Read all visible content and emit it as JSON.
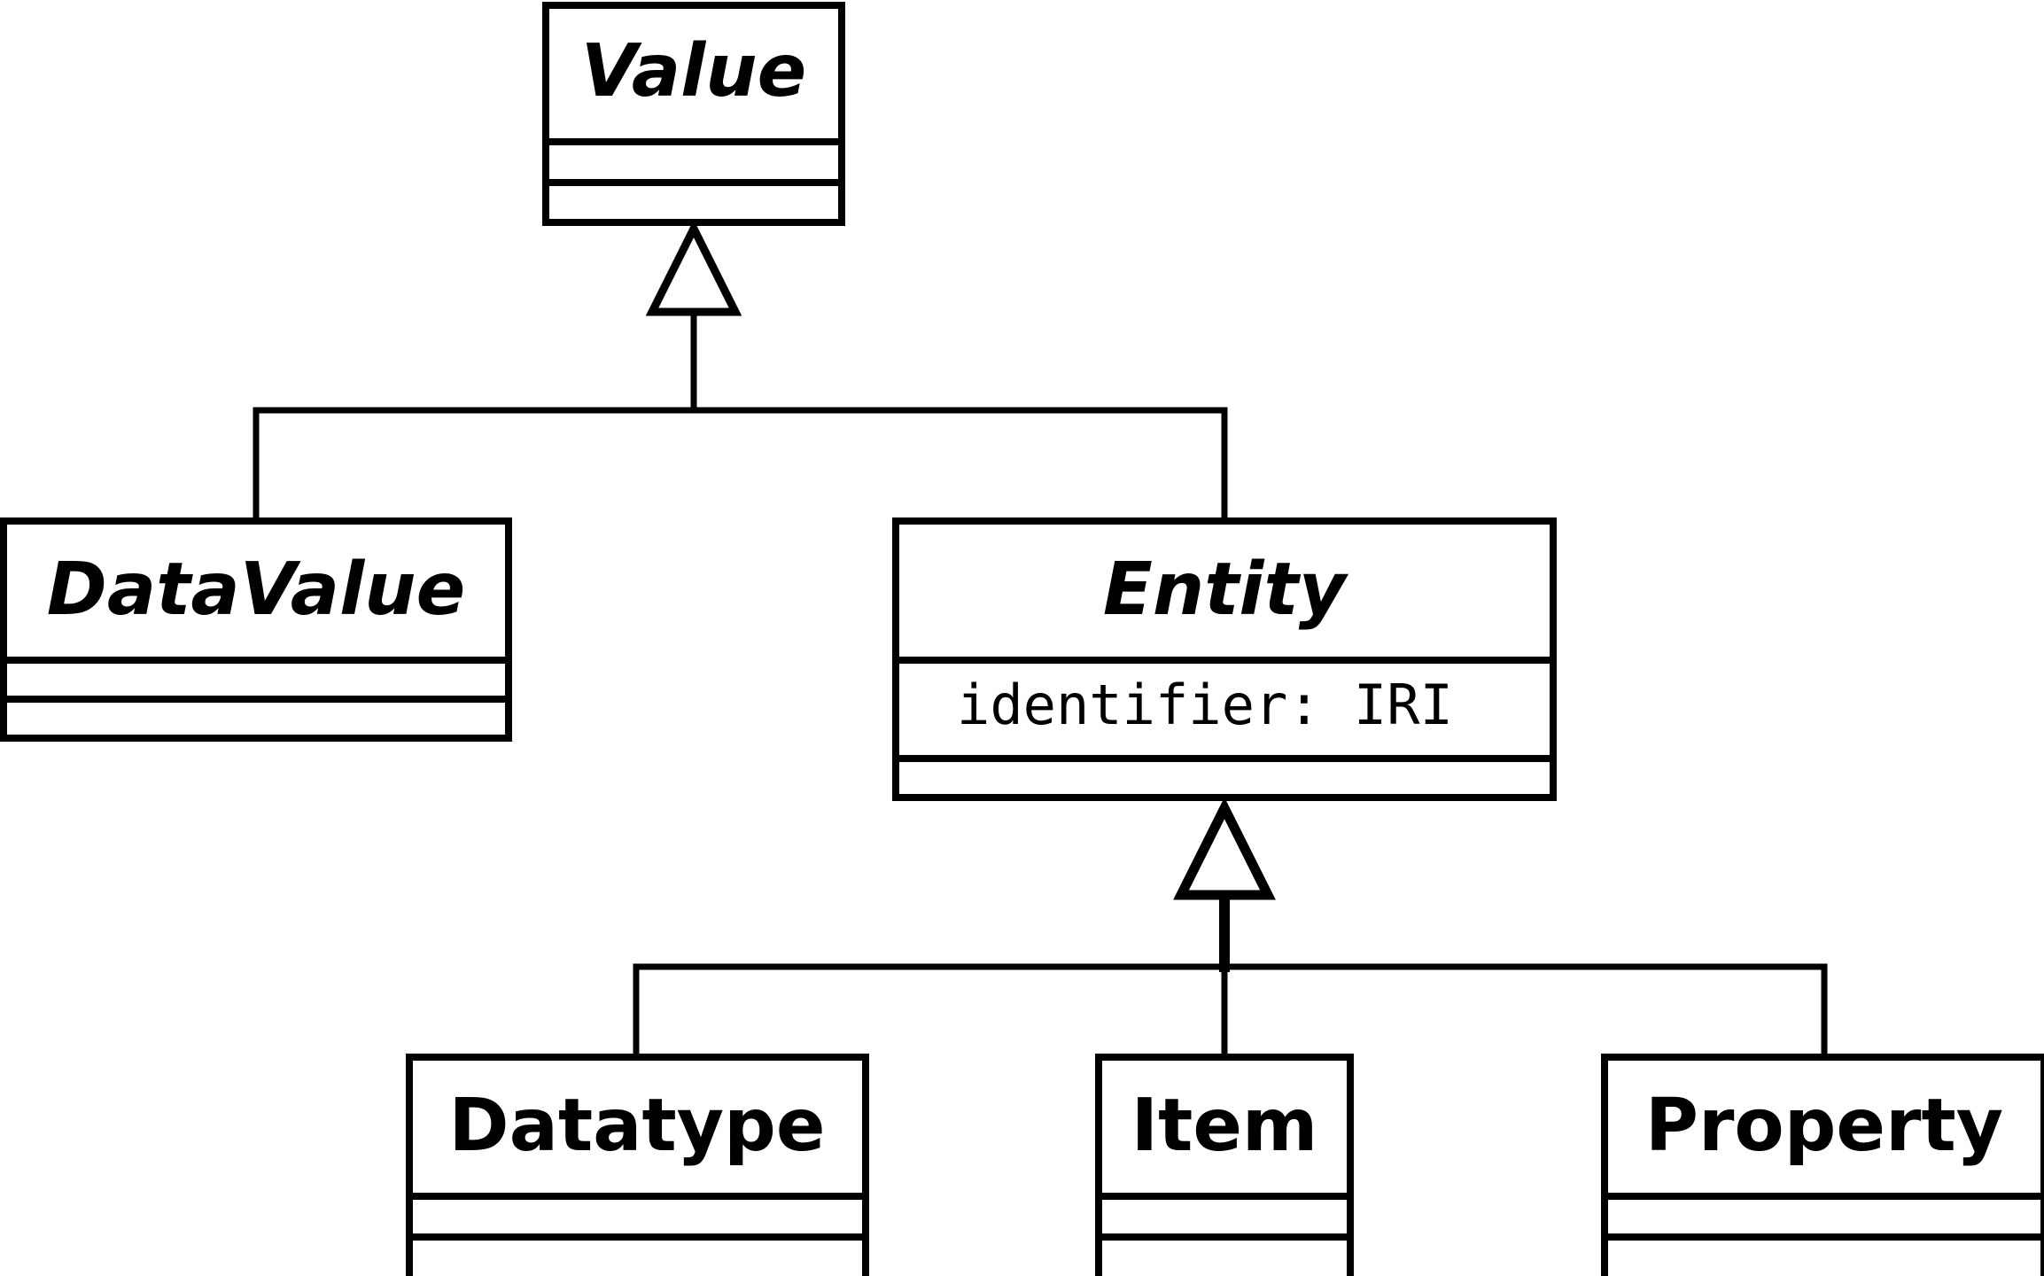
{
  "diagram": {
    "stroke_color": "#000000",
    "fill_color": "#ffffff",
    "classes": {
      "value": {
        "name": "Value",
        "abstract": true,
        "attributes": []
      },
      "datavalue": {
        "name": "DataValue",
        "abstract": true,
        "attributes": []
      },
      "entity": {
        "name": "Entity",
        "abstract": true,
        "attributes": [
          "identifier: IRI"
        ]
      },
      "datatype": {
        "name": "Datatype",
        "abstract": false,
        "attributes": []
      },
      "item": {
        "name": "Item",
        "abstract": false,
        "attributes": []
      },
      "property": {
        "name": "Property",
        "abstract": false,
        "attributes": []
      }
    },
    "generalizations": [
      {
        "parent": "Value",
        "children": [
          "DataValue",
          "Entity"
        ]
      },
      {
        "parent": "Entity",
        "children": [
          "Datatype",
          "Item",
          "Property"
        ]
      }
    ]
  }
}
